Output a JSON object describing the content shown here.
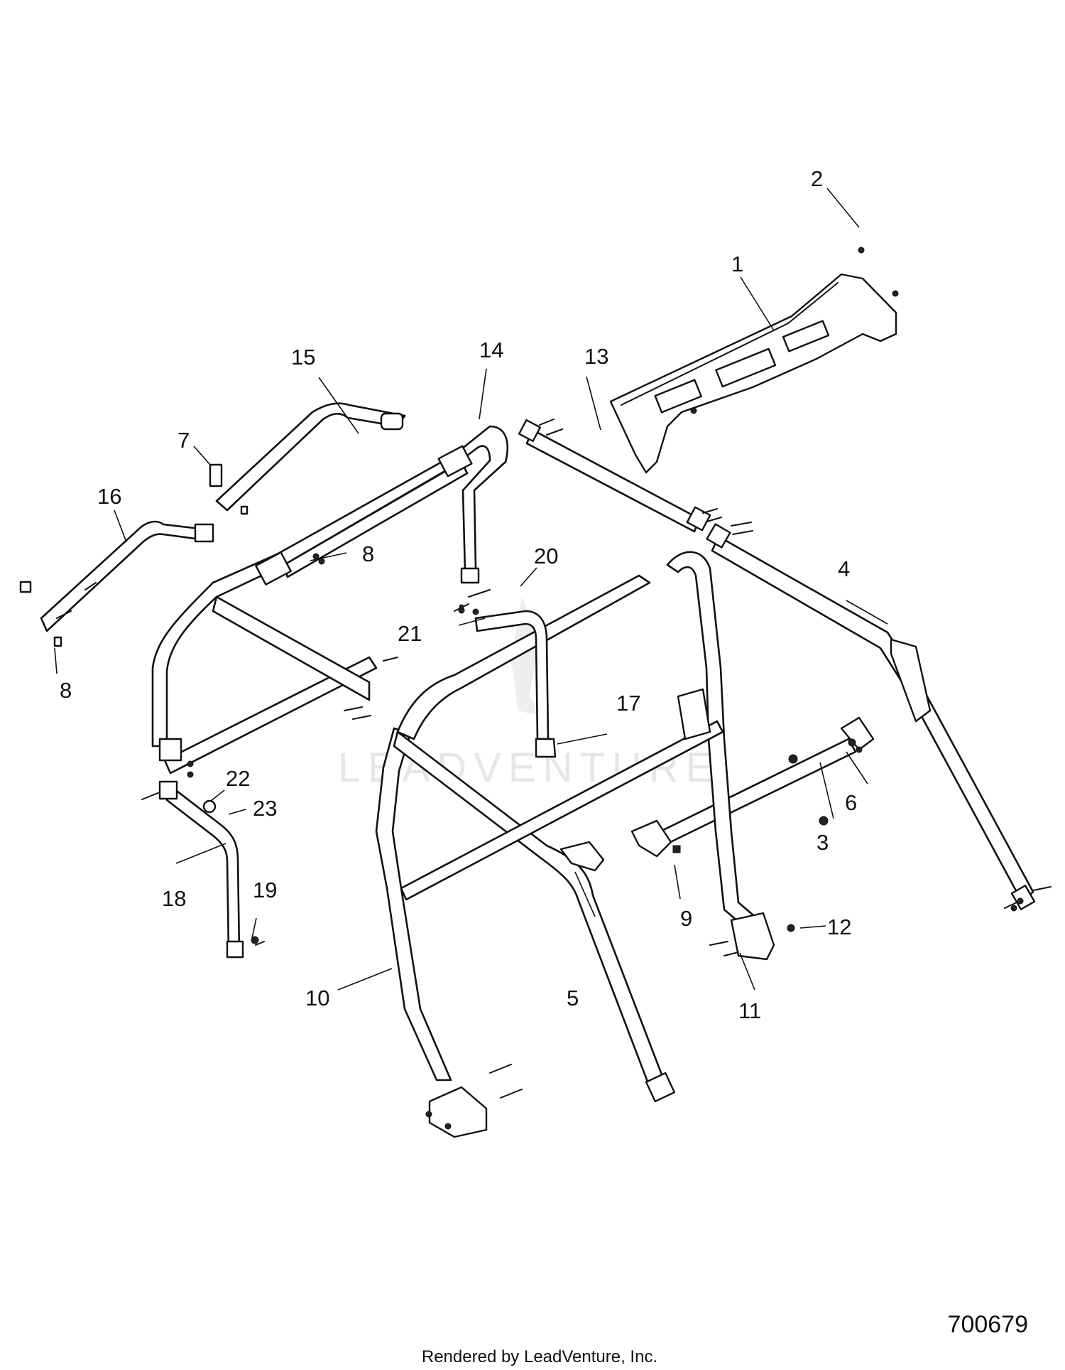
{
  "watermark": "LEADVENTURE",
  "callouts": {
    "c1": "1",
    "c2": "2",
    "c3": "3",
    "c4": "4",
    "c5": "5",
    "c6": "6",
    "c7": "7",
    "c8a": "8",
    "c8b": "8",
    "c9": "9",
    "c10": "10",
    "c11": "11",
    "c12": "12",
    "c13": "13",
    "c14": "14",
    "c15": "15",
    "c16": "16",
    "c17": "17",
    "c18": "18",
    "c19": "19",
    "c20": "20",
    "c21": "21",
    "c22": "22",
    "c23": "23"
  },
  "figure_id": "700679",
  "credit": "Rendered by LeadVenture, Inc.",
  "colors": {
    "line": "#111111",
    "shade": "#9a9a9a",
    "watermark": "#e6e6e6"
  }
}
